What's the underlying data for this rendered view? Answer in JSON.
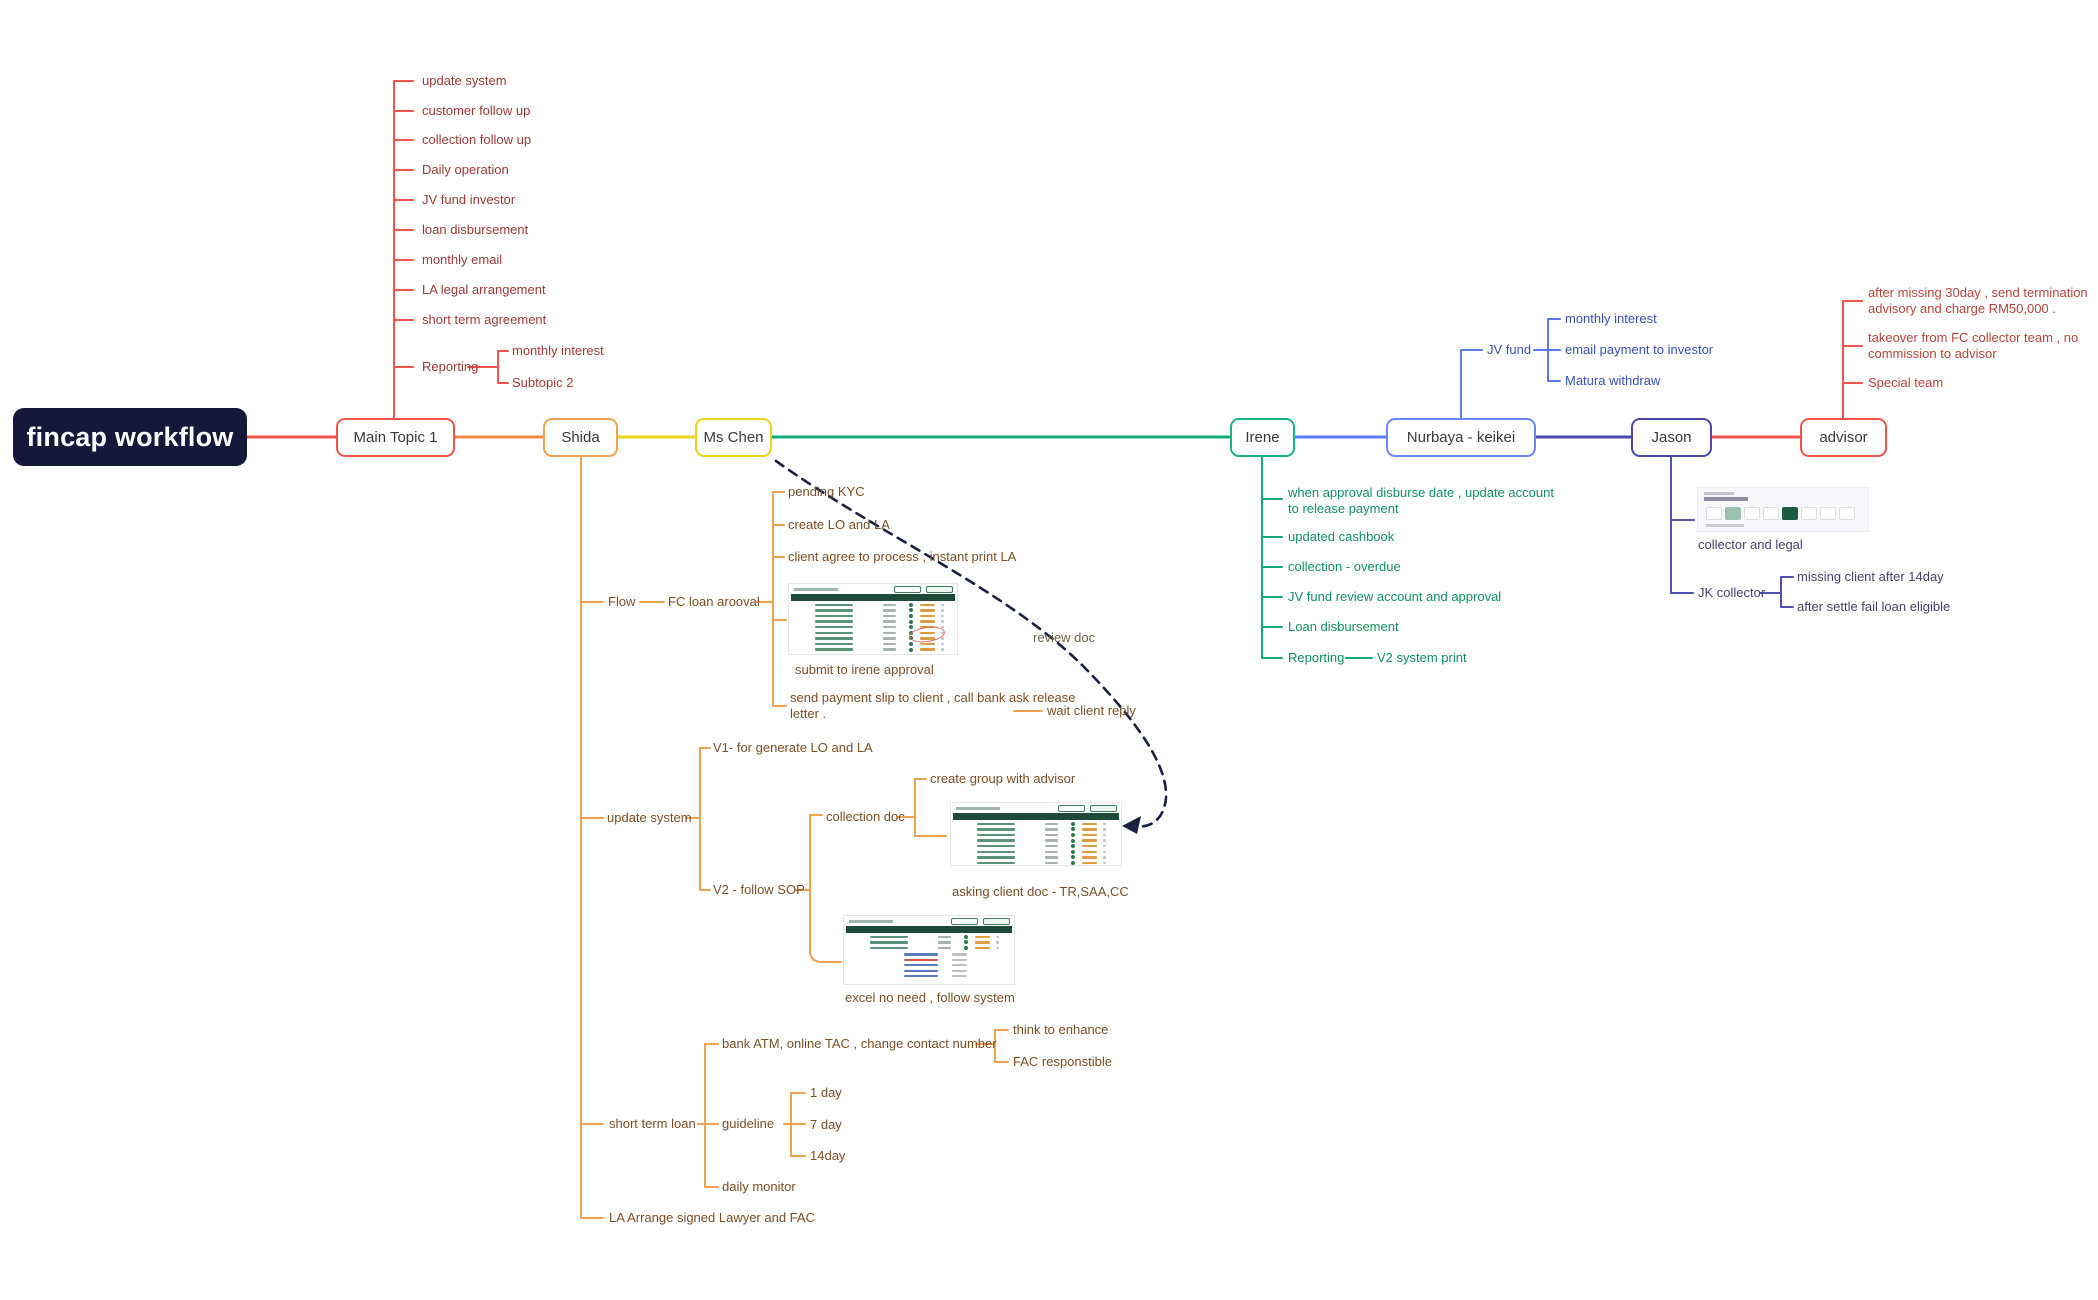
{
  "root": {
    "label": "fincap workflow"
  },
  "topics": {
    "main1": {
      "label": "Main Topic 1"
    },
    "shida": {
      "label": "Shida"
    },
    "mschen": {
      "label": "Ms Chen"
    },
    "irene": {
      "label": "Irene"
    },
    "nurbaya": {
      "label": "Nurbaya - keikei"
    },
    "jason": {
      "label": "Jason"
    },
    "advisor": {
      "label": "advisor"
    }
  },
  "main1": {
    "items": [
      "update system",
      "customer follow up",
      "collection follow up",
      "Daily operation",
      "JV fund investor",
      "loan disbursement",
      "monthly email",
      "LA legal arrangement",
      "short term agreement"
    ],
    "reporting": "Reporting",
    "reporting_children": [
      "monthly interest",
      "Subtopic 2"
    ]
  },
  "shida": {
    "flow": "Flow",
    "fc_loan": "FC loan arooval",
    "flow_children": [
      "pending KYC",
      "create LO and LA",
      "client agree to process , instant print LA"
    ],
    "submit_caption": "submit  to irene approval",
    "send_payment": "send payment slip to client , call bank ask release letter .",
    "wait_reply": "wait client reply",
    "update_system": "update system",
    "v1": "V1- for generate LO and LA",
    "v2": "V2 - follow SOP",
    "collection_doc": "collection doc",
    "create_group": "create group with advisor",
    "asking_caption": "asking client doc - TR,SAA,CC",
    "excel_caption": "excel  no need , follow system",
    "short_term": "short term loan",
    "bank_atm": "bank ATM, online TAC , change contact number",
    "think": "think to enhance",
    "fac": "FAC responstible",
    "guideline": "guideline",
    "days": [
      "1 day",
      "7 day",
      "14day"
    ],
    "daily_monitor": "daily monitor",
    "la_arrange": "LA Arrange signed Lawyer and FAC"
  },
  "irene": {
    "items": [
      "when approval disburse date , update account to release payment",
      "updated cashbook",
      "collection - overdue",
      "JV fund review account and approval",
      "Loan disbursement"
    ],
    "reporting": "Reporting",
    "v2_print": "V2 system print"
  },
  "nurbaya": {
    "jv_fund": "JV fund",
    "children": [
      "monthly interest",
      "email payment to investor",
      "Matura withdraw"
    ]
  },
  "jason": {
    "collector_caption": "collector and legal",
    "jk_collector": "JK collector",
    "children": [
      "missing client after 14day",
      "after settle fail loan eligible"
    ]
  },
  "advisor": {
    "items": [
      "after missing 30day , send termination advisory and charge RM50,000 .",
      "takeover from FC collector team , no commission to advisor",
      "Special team"
    ]
  },
  "annotations": {
    "review_doc": "review doc"
  },
  "colors": {
    "root_bg": "#14183a",
    "red": "#f2544a",
    "orange": "#f0a24e",
    "yellow": "#ecd21b",
    "green": "#12ac74",
    "blue": "#5b78f5",
    "indigo": "#4a48b0",
    "arrow_navy": "#1a2140"
  }
}
